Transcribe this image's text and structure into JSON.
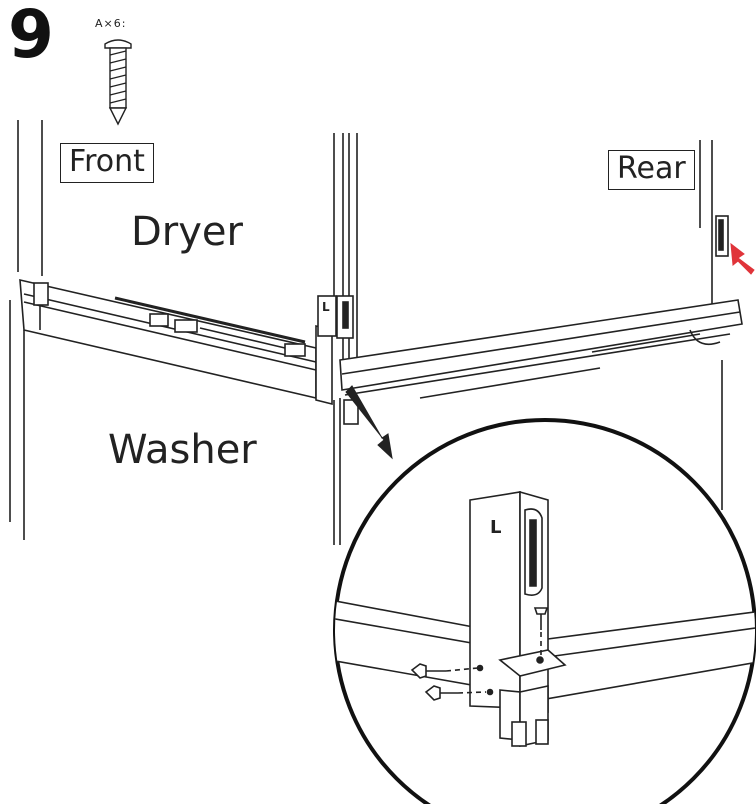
{
  "step": {
    "number": "9",
    "quantity": "A×6:"
  },
  "labels": {
    "front": "Front",
    "rear": "Rear",
    "dryer": "Dryer",
    "washer": "Washer",
    "bracket_mark": "L"
  },
  "icons": {
    "screw": "screw-icon",
    "arrow_red": "arrow-icon",
    "arrow_black": "arrow-icon"
  },
  "colors": {
    "line": "#222222",
    "highlight_arrow": "#e0343a",
    "background": "#ffffff"
  }
}
